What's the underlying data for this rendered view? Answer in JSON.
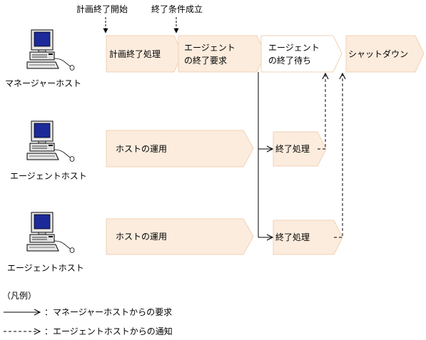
{
  "triggers": {
    "plan_end_start": "計画終了開始",
    "end_condition_met": "終了条件成立"
  },
  "hosts": {
    "manager": "マネージャーホスト",
    "agent1": "エージェントホスト",
    "agent2": "エージェントホスト"
  },
  "manager_steps": {
    "plan_end_processing": "計画終了処理",
    "agent_end_request_line1": "エージェント",
    "agent_end_request_line2": "の終了要求",
    "agent_end_wait_line1": "エージェント",
    "agent_end_wait_line2": "の終了待ち",
    "shutdown": "シャットダウン"
  },
  "agent_steps": {
    "host_operation_1": "ホストの運用",
    "end_processing_1": "終了処理",
    "host_operation_2": "ホストの運用",
    "end_processing_2": "終了処理"
  },
  "legend": {
    "title": "（凡例）",
    "solid_arrow": "：マネージャーホストからの要求",
    "dashed_arrow": "：エージェントホストからの通知"
  },
  "colors": {
    "step_fill": "#fcecdd",
    "step_white": "#ffffff",
    "step_border": "#f0d2b6",
    "screen_blue": "#1c2a9a",
    "computer_grey": "#e2e2e2",
    "line": "#000000"
  }
}
